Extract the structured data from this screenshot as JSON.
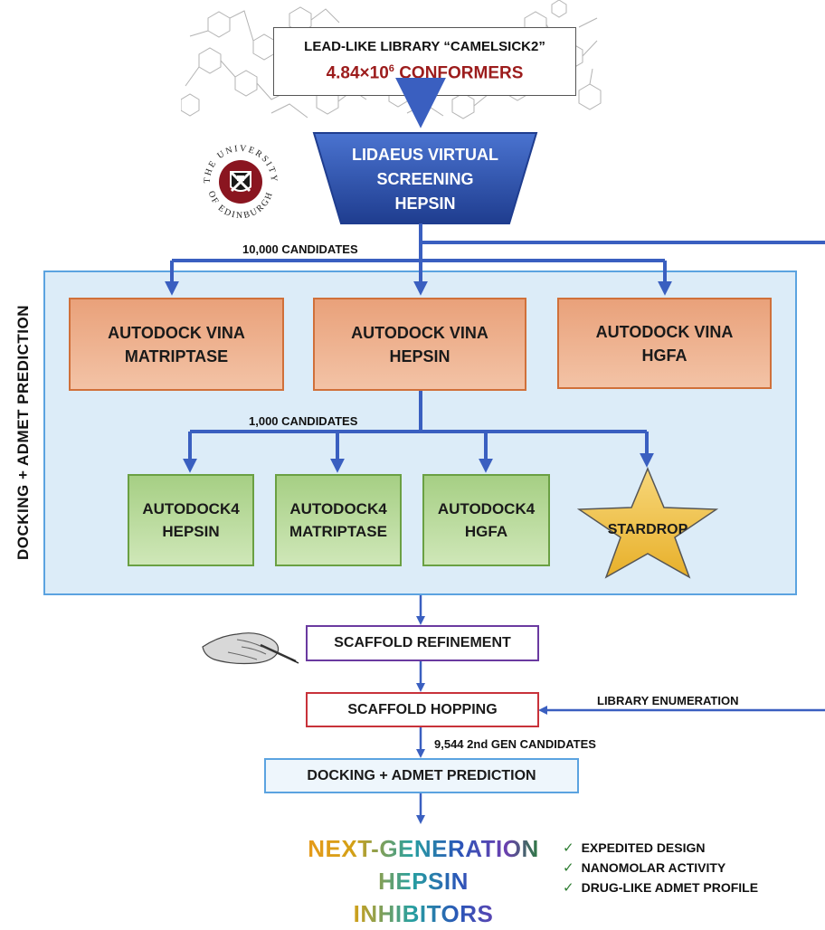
{
  "library": {
    "line1": "LEAD-LIKE LIBRARY “CAMELSICK2”",
    "line2_prefix": "4.84×10",
    "line2_exp": "6",
    "line2_suffix": " CONFORMERS"
  },
  "funnel": {
    "lines": [
      "LIDAEUS VIRTUAL",
      "SCREENING",
      "HEPSIN"
    ]
  },
  "university_logo": {
    "top_text": "THE UNIVERSITY",
    "bottom_text": "OF EDINBURGH"
  },
  "labels": {
    "candidates_10k": "10,000 CANDIDATES",
    "candidates_1k": "1,000 CANDIDATES",
    "library_enumeration": "LIBRARY ENUMERATION",
    "second_gen": "9,544 2nd GEN CANDIDATES"
  },
  "panel": {
    "side_label": "DOCKING + ADMET PREDICTION"
  },
  "vina_boxes": [
    {
      "line1": "AUTODOCK VINA",
      "line2": "MATRIPTASE"
    },
    {
      "line1": "AUTODOCK VINA",
      "line2": "HEPSIN"
    },
    {
      "line1": "AUTODOCK VINA",
      "line2": "HGFA"
    }
  ],
  "ad4_boxes": [
    {
      "line1": "AUTODOCK4",
      "line2": "HEPSIN"
    },
    {
      "line1": "AUTODOCK4",
      "line2": "MATRIPTASE"
    },
    {
      "line1": "AUTODOCK4",
      "line2": "HGFA"
    }
  ],
  "stardrop": {
    "label": "STARDROP"
  },
  "steps": {
    "refinement": "SCAFFOLD REFINEMENT",
    "hopping": "SCAFFOLD HOPPING",
    "docking": "DOCKING + ADMET PREDICTION"
  },
  "result": {
    "line1": "NEXT-GENERATION",
    "line2": "HEPSIN INHIBITORS"
  },
  "benefits": [
    "EXPEDITED DESIGN",
    "NANOMOLAR ACTIVITY",
    "DRUG-LIKE ADMET PROFILE"
  ],
  "colors": {
    "arrow": "#3a5fc0",
    "panel_bg": "#dcecf8",
    "panel_border": "#5ba3e0",
    "funnel": "#2a4fa8",
    "dark_red": "#9c1c1c",
    "refinement_border": "#6a3aa0",
    "hopping_border": "#c8323a",
    "docking_border": "#5ba3e0"
  }
}
